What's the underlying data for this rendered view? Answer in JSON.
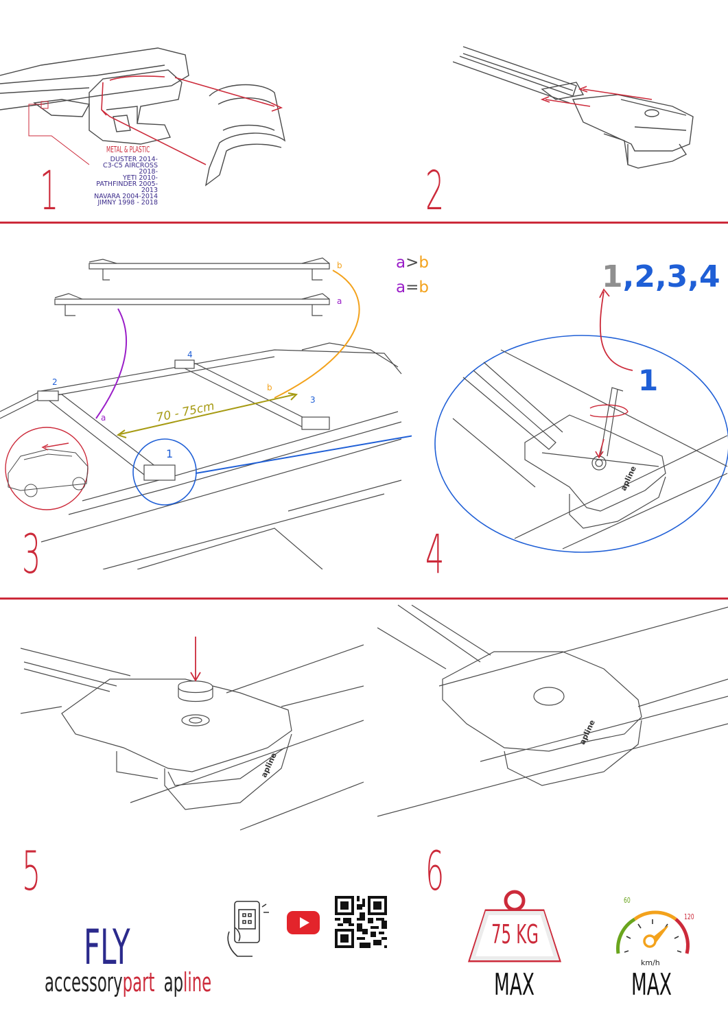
{
  "colors": {
    "accent_red": "#cc2a3a",
    "blue": "#1f5fd6",
    "purple": "#9a1ec8",
    "orange": "#f3a21c",
    "olive": "#a69a12",
    "navy": "#2b2a8c",
    "grey_digit": "#8f8f8f",
    "line": "#4a4a4a"
  },
  "steps": [
    {
      "number": "1"
    },
    {
      "number": "2"
    },
    {
      "number": "3"
    },
    {
      "number": "4"
    },
    {
      "number": "5"
    },
    {
      "number": "6"
    }
  ],
  "step1": {
    "material": "METAL & PLASTIC",
    "vehicles": [
      "DUSTER 2014-",
      "C3-C5 AIRCROSS 2018-",
      "YETI 2010-",
      "PATHFINDER 2005-2013",
      "NAVARA 2004-2014",
      "JIMNY 1998 - 2018"
    ]
  },
  "step3": {
    "bar_labels": {
      "b": "b",
      "a": "a"
    },
    "positions": {
      "p1": "1",
      "p2": "2",
      "p3": "3",
      "p4": "4"
    },
    "distance": "70 - 75cm",
    "rule1": {
      "left": "a",
      "op": ">",
      "right": "b"
    },
    "rule2": {
      "left": "a",
      "op": "=",
      "right": "b"
    }
  },
  "step4": {
    "order": {
      "first": "1",
      "rest": ",2,3,4"
    },
    "callout": "1",
    "brand_mark": "apline"
  },
  "step5": {
    "brand_mark": "apline"
  },
  "step6": {
    "brand_mark": "apline"
  },
  "footer": {
    "product": "FLY",
    "brand_left": "accessory",
    "brand_part": "part",
    "brand_ap": "ap",
    "brand_line": "line",
    "weight_label": "75 KG",
    "weight_max": "MAX",
    "speed_min": "60",
    "speed_max": "120",
    "speed_unit": "km/h",
    "speed_max_label": "MAX"
  }
}
